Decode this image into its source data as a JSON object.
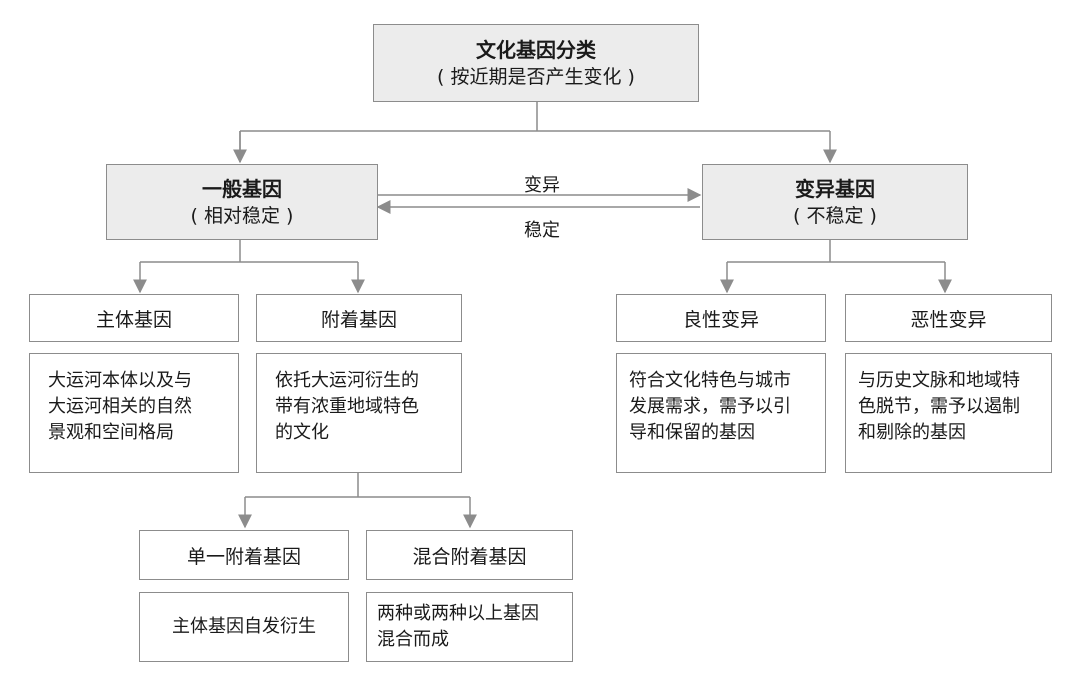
{
  "root": {
    "title": "文化基因分类",
    "subtitle": "( 按近期是否产生变化 )"
  },
  "general": {
    "title": "一般基因",
    "subtitle": "( 相对稳定 )"
  },
  "variant": {
    "title": "变异基因",
    "subtitle": "( 不稳定 )"
  },
  "arrows": {
    "forward": "变异",
    "backward": "稳定"
  },
  "main_gene": {
    "label": "主体基因",
    "desc": [
      "大运河本体以及与",
      "大运河相关的自然",
      "景观和空间格局"
    ]
  },
  "attached_gene": {
    "label": "附着基因",
    "desc": [
      "依托大运河衍生的",
      "带有浓重地域特色",
      "的文化"
    ]
  },
  "benign": {
    "label": "良性变异",
    "desc": [
      "符合文化特色与城市",
      "发展需求，需予以引",
      "导和保留的基因"
    ]
  },
  "malign": {
    "label": "恶性变异",
    "desc": [
      "与历史文脉和地域特",
      "色脱节，需予以遏制",
      "和剔除的基因"
    ]
  },
  "single": {
    "label": "单一附着基因",
    "desc": [
      "主体基因自发衍生"
    ]
  },
  "mixed": {
    "label": "混合附着基因",
    "desc": [
      "两种或两种以上基因",
      "混合而成"
    ]
  },
  "colors": {
    "line": "#8c8c8c",
    "box_fill": "#ececec"
  }
}
